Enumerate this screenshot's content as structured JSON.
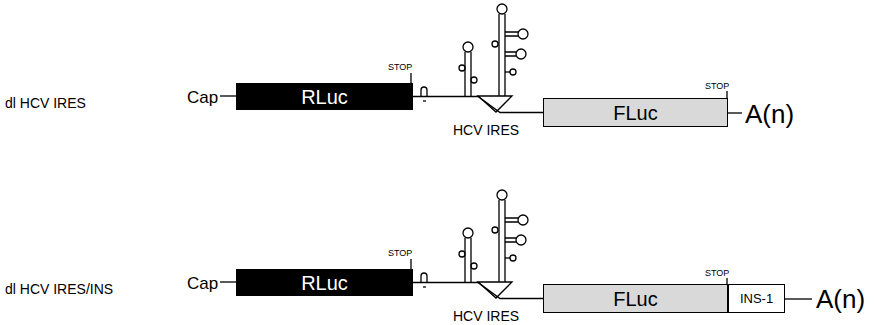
{
  "diagram": {
    "nodes": [
      {
        "text": [
          "RLuc"
        ]
      },
      {
        "text": [
          "FLuc"
        ]
      },
      {
        "text": [
          "RLuc"
        ]
      },
      {
        "text": [
          "FLuc"
        ]
      },
      {
        "text": [
          "INS-1"
        ]
      }
    ],
    "edges": [
      {
        "from": 0,
        "to": 1,
        "arrow": "none"
      },
      {
        "from": 2,
        "to": 3,
        "arrow": "none"
      }
    ],
    "labels": [
      "dl HCV IRES",
      "Cap",
      "STOP",
      "STOP",
      "HCV IRES",
      "A(n)",
      "dl HCV IRES/INS",
      "Cap",
      "STOP",
      "STOP",
      "HCV IRES",
      "A(n)"
    ]
  }
}
